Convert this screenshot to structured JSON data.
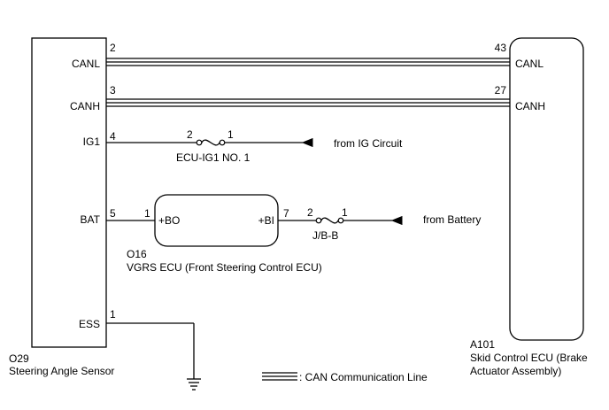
{
  "left_component": {
    "code": "O29",
    "name": "Steering Angle Sensor",
    "terminals": [
      {
        "pin": "2",
        "label": "CANL"
      },
      {
        "pin": "3",
        "label": "CANH"
      },
      {
        "pin": "4",
        "label": "IG1"
      },
      {
        "pin": "5",
        "label": "BAT"
      },
      {
        "pin": "1",
        "label": "ESS"
      }
    ]
  },
  "right_component": {
    "code": "A101",
    "name_line1": "Skid Control ECU (Brake",
    "name_line2": "Actuator Assembly)",
    "terminals": [
      {
        "pin": "43",
        "label": "CANL"
      },
      {
        "pin": "27",
        "label": "CANH"
      }
    ]
  },
  "middle_component": {
    "code": "O16",
    "name": "VGRS ECU (Front Steering Control ECU)",
    "left_pin": "1",
    "left_label": "+BO",
    "right_pin": "7",
    "right_label": "+BI"
  },
  "fuses": [
    {
      "name": "ECU-IG1 NO. 1",
      "pin_in": "2",
      "pin_out": "1",
      "source": "from IG Circuit"
    },
    {
      "name": "J/B-B",
      "pin_in": "2",
      "pin_out": "1",
      "source": "from Battery"
    }
  ],
  "legend": {
    "text": ": CAN Communication Line"
  }
}
